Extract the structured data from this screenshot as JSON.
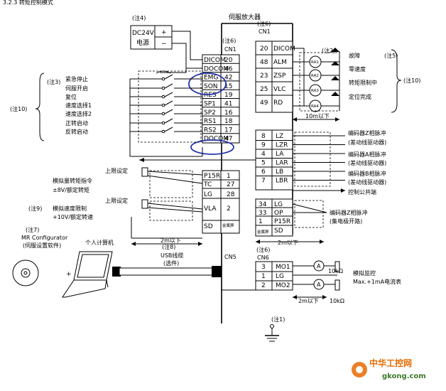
{
  "header": {
    "corner_title": "3.2.3 转矩控制模式",
    "amp_title": "伺服放大器"
  },
  "notes": {
    "n2": "(注2)",
    "n3": "(注3)",
    "n4": "(注4)",
    "n6a": "(注6)",
    "n6b": "(注6)",
    "n6c": "(注6)",
    "n7": "(注7)",
    "n8": "(注8)",
    "n9": "(注9)",
    "n10a": "(注10)",
    "n10b": "(注10)",
    "n1": "(注1)",
    "n5": "(注5)"
  },
  "power": {
    "plus": "+",
    "minus": "−",
    "label1": "DC24V",
    "label2": "电源"
  },
  "connectors": {
    "cn1a": "CN1",
    "cn1b": "CN1",
    "cn5": "CN5",
    "cn6": "CN6"
  },
  "left_pins": [
    {
      "name": "DICOM",
      "num": "20"
    },
    {
      "name": "DOCOM",
      "num": "46"
    },
    {
      "name": "EMG",
      "num": "42"
    },
    {
      "name": "SON",
      "num": "15"
    },
    {
      "name": "RES",
      "num": "19"
    },
    {
      "name": "SP1",
      "num": "41"
    },
    {
      "name": "SP2",
      "num": "16"
    },
    {
      "name": "RS1",
      "num": "18"
    },
    {
      "name": "RS2",
      "num": "17"
    },
    {
      "name": "DOCOM",
      "num": "47"
    }
  ],
  "left_analog": [
    {
      "name": "P15R",
      "num": "1"
    },
    {
      "name": "TC",
      "num": "27"
    },
    {
      "name": "LG",
      "num": "28"
    },
    {
      "name": "VLA",
      "num": "2"
    },
    {
      "name": "SD",
      "num": ""
    }
  ],
  "plate": "金属屏",
  "inputs": [
    "紧急停止",
    "伺服开启",
    "复位",
    "速度选择1",
    "速度选择2",
    "正转启动",
    "反转启动"
  ],
  "analog_labels": {
    "limit1": "上限设定",
    "limit2": "上限设定",
    "torque1": "模拟量转矩指令",
    "torque2": "±8V/额定转矩",
    "speed1": "模拟速度限制",
    "speed2": "+10V/额定转速"
  },
  "dist": {
    "d1": "2m以下",
    "d2": "10m以下",
    "d3": "2m以下",
    "d4": "2m以下"
  },
  "mr": {
    "l1": "MR Configurator",
    "l2": "(伺服设置软件)",
    "pc": "个人计算机",
    "plus": "+"
  },
  "usb": {
    "l1": "USB线缆",
    "l2": "(选件)"
  },
  "right_pins": [
    {
      "name": "DICOM",
      "num": "20"
    },
    {
      "name": "ALM",
      "num": "48"
    },
    {
      "name": "ZSP",
      "num": "23"
    },
    {
      "name": "VLC",
      "num": "25"
    },
    {
      "name": "RD",
      "num": "49"
    }
  ],
  "relays": [
    "RA1",
    "RA2",
    "RA3",
    "RA4"
  ],
  "outputs": [
    "故障",
    "零速度",
    "转矩限制中",
    "定位完成"
  ],
  "encoder_pins": [
    {
      "name": "LZ",
      "num": "8"
    },
    {
      "name": "LZR",
      "num": "9"
    },
    {
      "name": "LA",
      "num": "4"
    },
    {
      "name": "LAR",
      "num": "5"
    },
    {
      "name": "LB",
      "num": "6"
    },
    {
      "name": "LBR",
      "num": "7"
    }
  ],
  "enc_labels": [
    "编码器Z相脉冲",
    "(差动线驱动器)",
    "编码器A相脉冲",
    "(差动线驱动器)",
    "编码器B相脉冲",
    "(差动线驱动器)",
    "控制公共端"
  ],
  "oc_pins": [
    {
      "name": "LG",
      "num": "34"
    },
    {
      "name": "OP",
      "num": "33"
    },
    {
      "name": "P15R",
      "num": "1"
    },
    {
      "name": "SD",
      "num": ""
    }
  ],
  "oc_labels": [
    "编码器Z相脉冲",
    "(集电极开路)"
  ],
  "cn6_pins": [
    {
      "name": "MO1",
      "num": "3"
    },
    {
      "name": "LG",
      "num": "1"
    },
    {
      "name": "MO2",
      "num": "2"
    }
  ],
  "monitor": {
    "meter": "A",
    "r1": "10kΩ",
    "r2": "10kΩ",
    "l1": "模拟监控",
    "l2": "Max.+1mA电流表"
  },
  "watermark": {
    "cn": "中华工控网",
    "url": "gkong.com"
  }
}
